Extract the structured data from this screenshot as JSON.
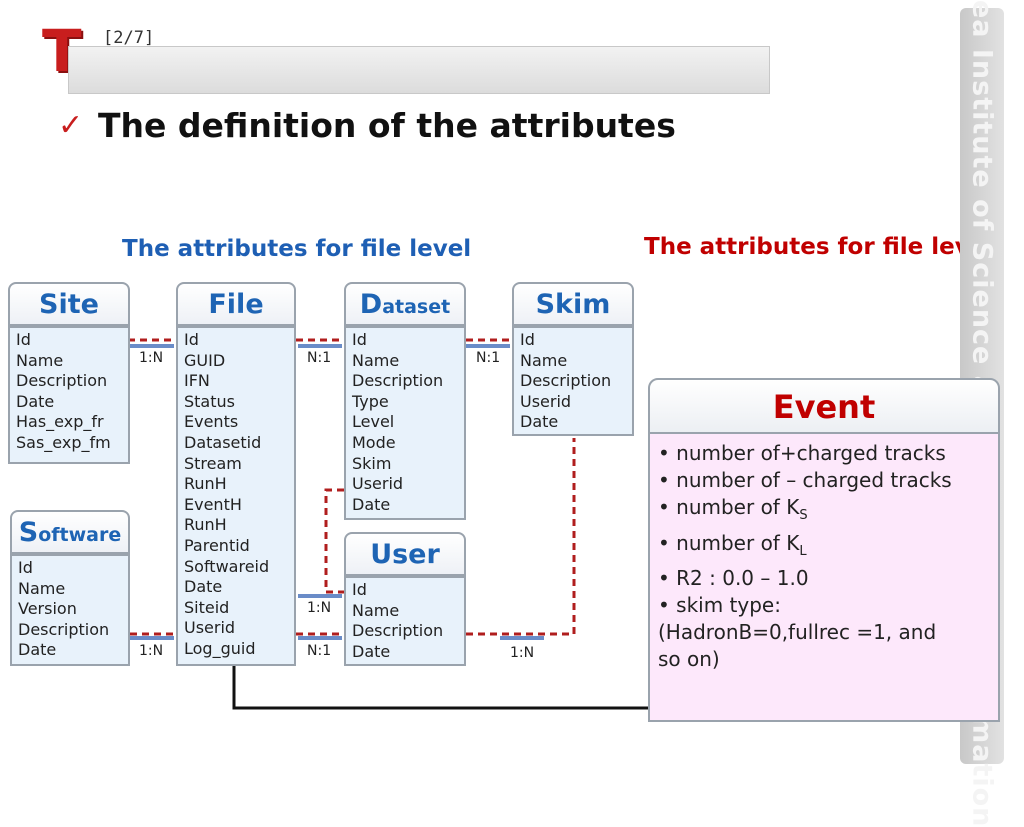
{
  "header": {
    "logo_letter": "T",
    "page_indicator": "[2/7]"
  },
  "heading": "The definition of the attributes",
  "subheadings": {
    "left": "The attributes for file level",
    "right": "The attributes for file level"
  },
  "watermark": "Korea Institute of Science and Technology Information",
  "tables": {
    "site": {
      "title": "Site",
      "fields": [
        "Id",
        "Name",
        "Description",
        "Date",
        "Has_exp_fr",
        "Sas_exp_fm"
      ]
    },
    "file": {
      "title": "File",
      "fields": [
        "Id",
        "GUID",
        "IFN",
        "Status",
        "Events",
        "Datasetid",
        "Stream",
        "RunH",
        "EventH",
        "RunH",
        "Parentid",
        "Softwareid",
        "Date",
        "Siteid",
        "Userid",
        "Log_guid"
      ]
    },
    "dataset": {
      "title_initial": "D",
      "title_rest": "ataset",
      "fields": [
        "Id",
        "Name",
        "Description",
        "Type",
        "Level",
        "Mode",
        "Skim",
        "Userid",
        "Date"
      ]
    },
    "skim": {
      "title": "Skim",
      "fields": [
        "Id",
        "Name",
        "Description",
        "Userid",
        "Date"
      ]
    },
    "software": {
      "title_initial": "S",
      "title_rest": "oftware",
      "fields": [
        "Id",
        "Name",
        "Version",
        "Description",
        "Date"
      ]
    },
    "user": {
      "title": "User",
      "fields": [
        "Id",
        "Name",
        "Description",
        "Date"
      ]
    }
  },
  "relations": {
    "site_file": "1:N",
    "file_dataset": "N:1",
    "dataset_skim": "N:1",
    "software_file": "1:N",
    "file_user_a": "1:N",
    "file_user_b": "N:1",
    "user_skim": "1:N"
  },
  "event": {
    "title": "Event",
    "items": [
      "• number of+charged tracks",
      "• number of – charged tracks",
      "• number of K",
      "• number of K",
      "• R2 : 0.0 – 1.0",
      "• skim type:",
      "(HadronB=0,fullrec =1, and",
      "so on)"
    ],
    "subscripts": [
      "S",
      "L"
    ]
  },
  "colors": {
    "accent_red": "#c00000",
    "accent_blue": "#1e64b4",
    "table_fill": "#e8f2fb",
    "event_fill": "#fde8fb"
  }
}
